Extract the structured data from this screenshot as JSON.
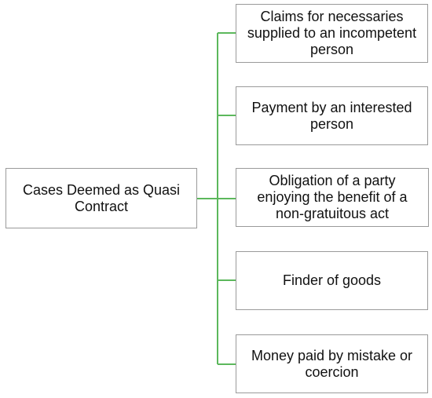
{
  "diagram": {
    "root": {
      "label": "Cases Deemed as Quasi Contract"
    },
    "children": [
      {
        "label": "Claims for necessaries supplied to an incompetent person"
      },
      {
        "label": "Payment by an interested person"
      },
      {
        "label": "Obligation of a party enjoying the benefit of a non-gratuitous act"
      },
      {
        "label": "Finder of goods"
      },
      {
        "label": "Money paid by mistake or coercion"
      }
    ],
    "colors": {
      "connector": "#5cb85c",
      "box_border": "#9a9a9a",
      "text": "#111111"
    }
  }
}
